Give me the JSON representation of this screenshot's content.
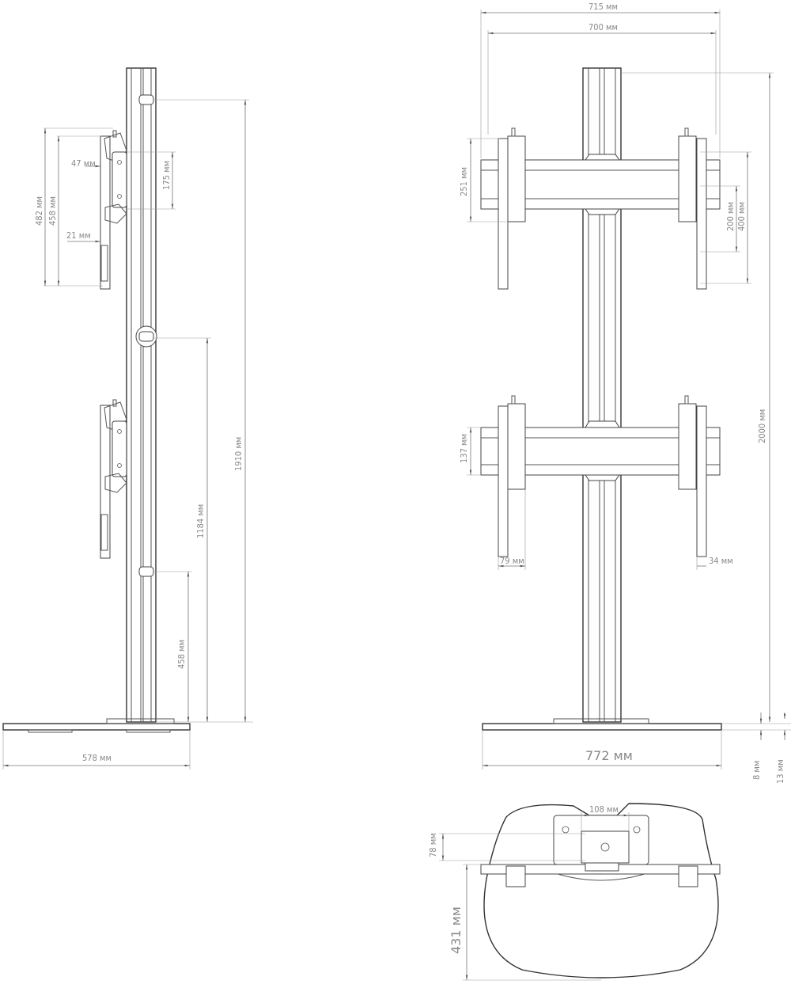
{
  "front_view": {
    "overall_width": "715 мм",
    "inner_width": "700 мм",
    "upper_mount_height": "251 мм",
    "vesa_small": "200 мм",
    "vesa_large": "400 мм",
    "total_height": "2000 мм",
    "lower_bar_height": "137 мм",
    "bracket_width": "79 мм",
    "bracket_offset": "34 мм",
    "base_width": "772 мм",
    "plate_thickness": "8 мм",
    "base_thickness": "13 мм"
  },
  "side_view": {
    "hinge_offset": "47 мм",
    "hinge_height": "175 мм",
    "mount_outer_height": "482 мм",
    "mount_inner_height": "458 мм",
    "bracket_depth": "21 мм",
    "top_clamp_height": "1910 мм",
    "mid_clamp_height": "1184 мм",
    "low_clamp_height": "458 мм",
    "base_depth": "578 мм"
  },
  "top_view": {
    "plate_width": "108 мм",
    "plate_offset": "78 мм",
    "base_depth": "431 мм"
  }
}
